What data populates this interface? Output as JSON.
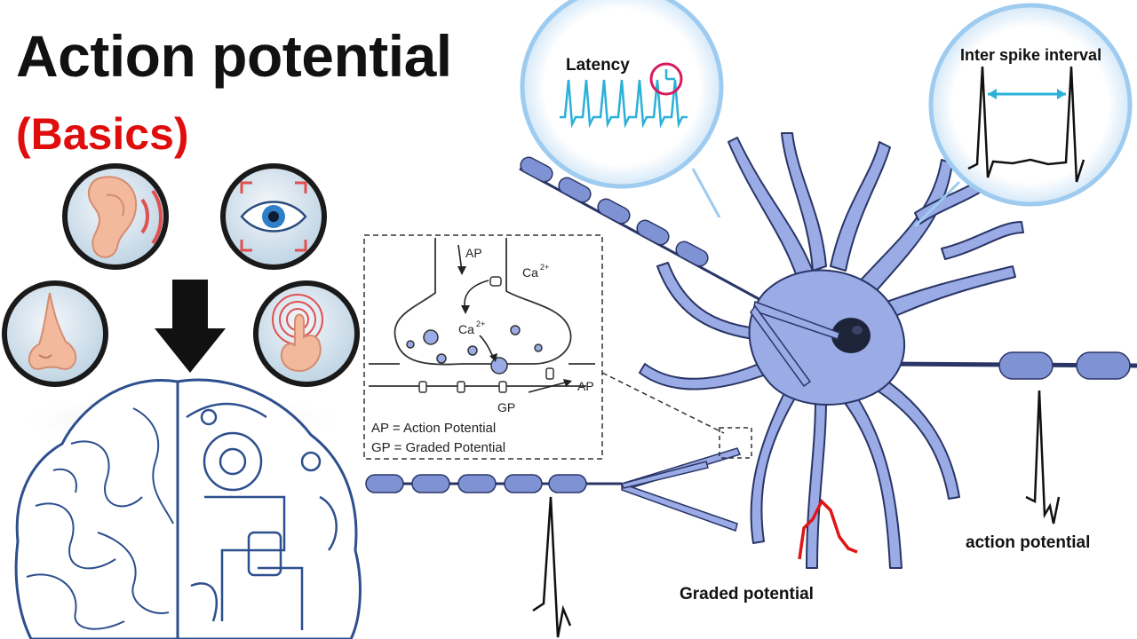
{
  "title": "Action potential",
  "subtitle": "(Basics)",
  "labels": {
    "latency": "Latency",
    "inter_spike_interval": "Inter spike interval",
    "action_potential": "action potential",
    "graded_potential": "Graded potential"
  },
  "synapse_inset": {
    "ap": "AP",
    "ca": "Ca",
    "ca_sup": "2+",
    "gp": "GP",
    "legend_ap": "AP = Action Potential",
    "legend_gp": "GP = Graded Potential"
  },
  "icons": [
    "ear-icon",
    "eye-icon",
    "nose-icon",
    "touch-icon",
    "down-arrow-icon",
    "brain-icon",
    "neuron-icon"
  ],
  "colors": {
    "title": "#111111",
    "subtitle": "#e00d0d",
    "neuron_fill": "#9aabe6",
    "neuron_stroke": "#2a3566",
    "myelin": "#7f93d4",
    "spike_blue": "#2bb0d8",
    "graded_red": "#e01515",
    "lens_ring": "#9ecbf0"
  }
}
